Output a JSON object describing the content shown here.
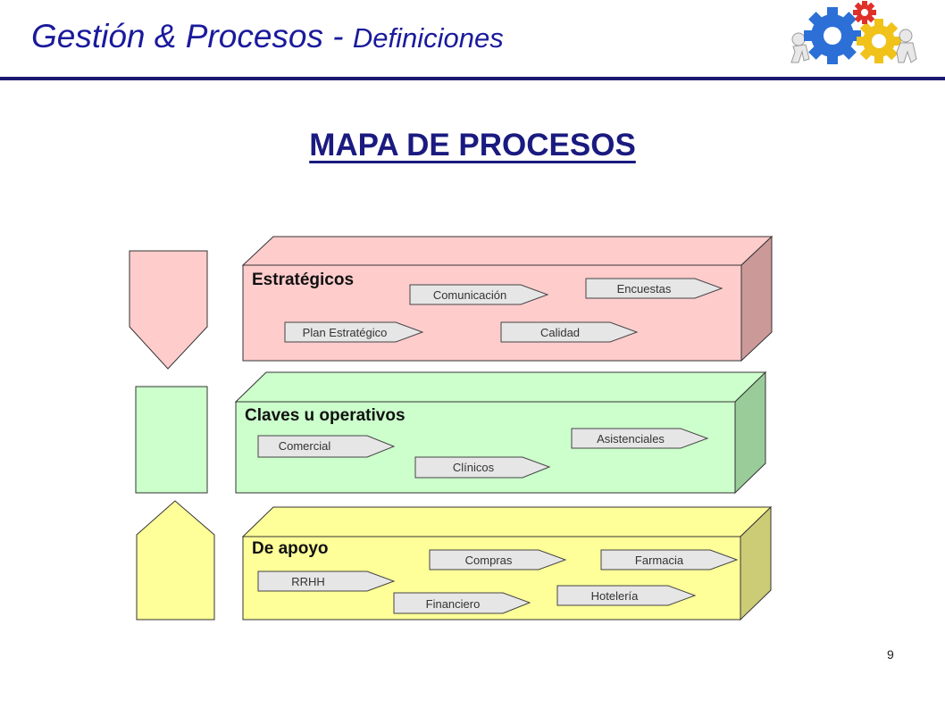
{
  "header": {
    "title_main": "Gestión & Procesos - ",
    "title_sub": "Definiciones"
  },
  "heading": "MAPA DE PROCESOS",
  "icons": {
    "logo": "gears-people-icon"
  },
  "colors": {
    "title": "#1a1a9c",
    "strategic": "#ffcccc",
    "operative": "#ccffcc",
    "support": "#ffff99"
  },
  "layers": [
    {
      "label": "Estratégicos",
      "processes": [
        "Comunicación",
        "Encuestas",
        "Plan Estratégico",
        "Calidad"
      ]
    },
    {
      "label": "Claves u operativos",
      "processes": [
        "Comercial",
        "Asistenciales",
        "Clínicos"
      ]
    },
    {
      "label": "De apoyo",
      "processes": [
        "Compras",
        "Farmacia",
        "RRHH",
        "Hotelería",
        "Financiero"
      ]
    }
  ],
  "page_number": "9"
}
